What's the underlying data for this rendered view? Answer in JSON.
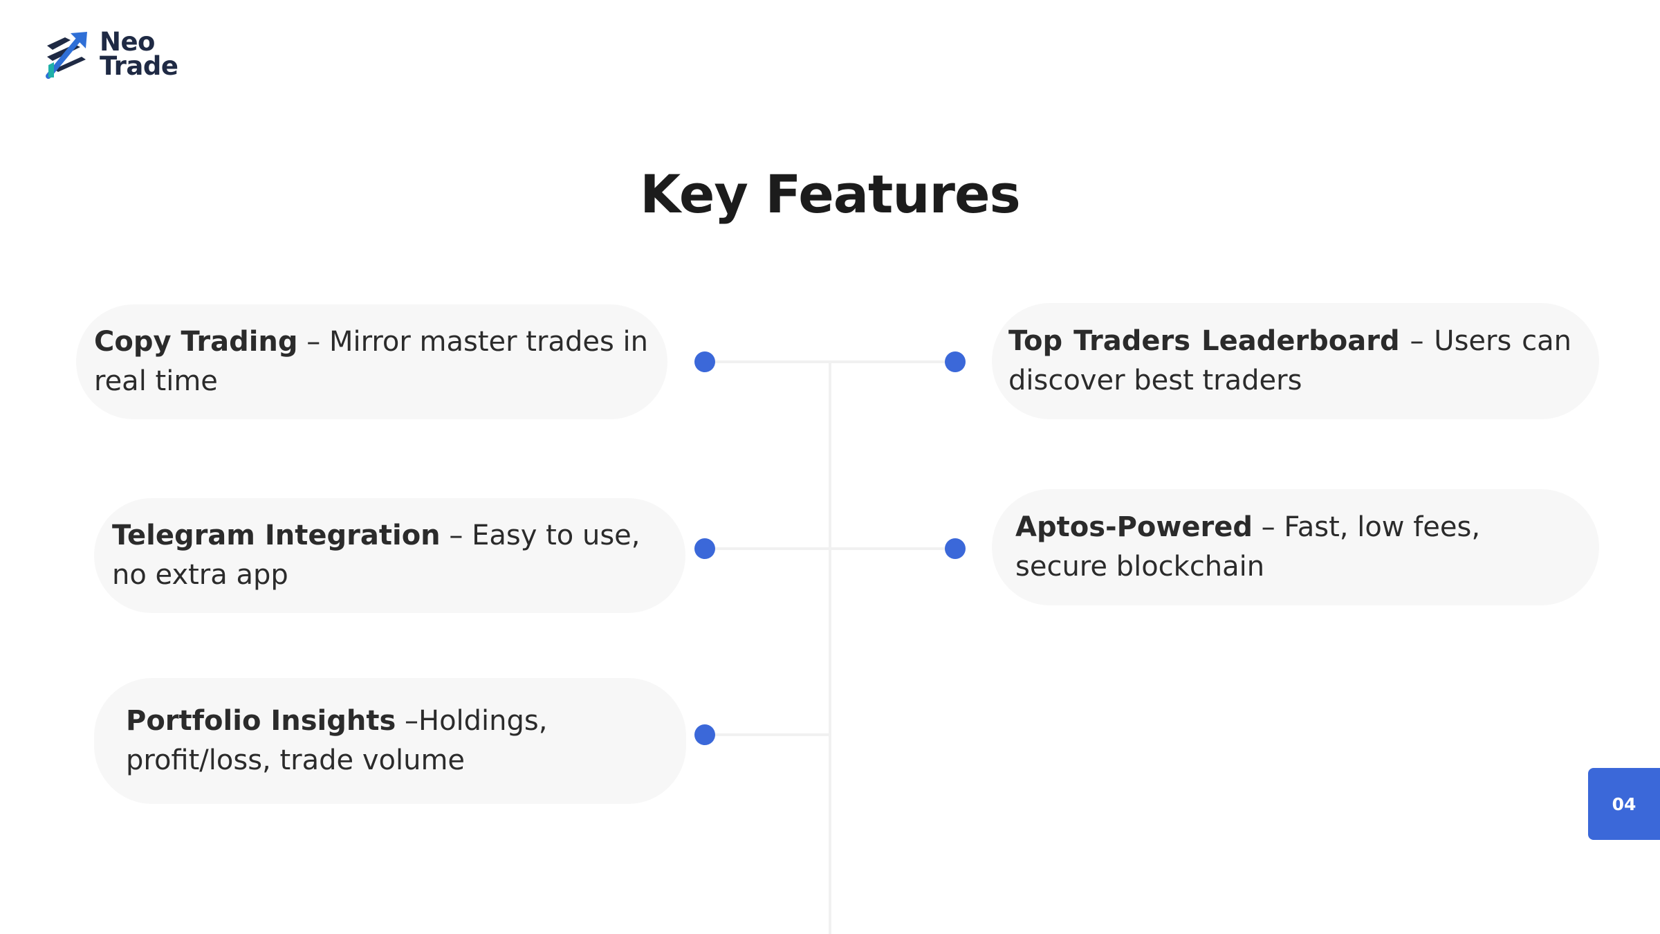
{
  "brand": {
    "line1": "Neo",
    "line2": "Trade",
    "icon": "neotrade-arrow-logo-icon",
    "colors": {
      "arrow": "#2f6fd6",
      "accent": "#1fb0a8",
      "stripes": "#1f2a44"
    }
  },
  "slide": {
    "title": "Key Features",
    "page_number": "04"
  },
  "features": {
    "left": [
      {
        "name": "Copy Trading",
        "desc": " – Mirror master trades in real time"
      },
      {
        "name": "Telegram Integration",
        "desc": " – Easy to use, no extra app"
      },
      {
        "name": "Portfolio Insights",
        "desc": " –Holdings, profit/loss, trade volume"
      }
    ],
    "right": [
      {
        "name": "Top Traders Leaderboard",
        "desc": " – Users can discover best traders"
      },
      {
        "name": "Aptos-Powered",
        "desc": " – Fast, low fees, secure blockchain"
      }
    ]
  },
  "colors": {
    "dot": "#3b68d9",
    "card_bg": "#f7f7f7",
    "connector": "#f1f1f1",
    "badge": "#3b68d9"
  }
}
